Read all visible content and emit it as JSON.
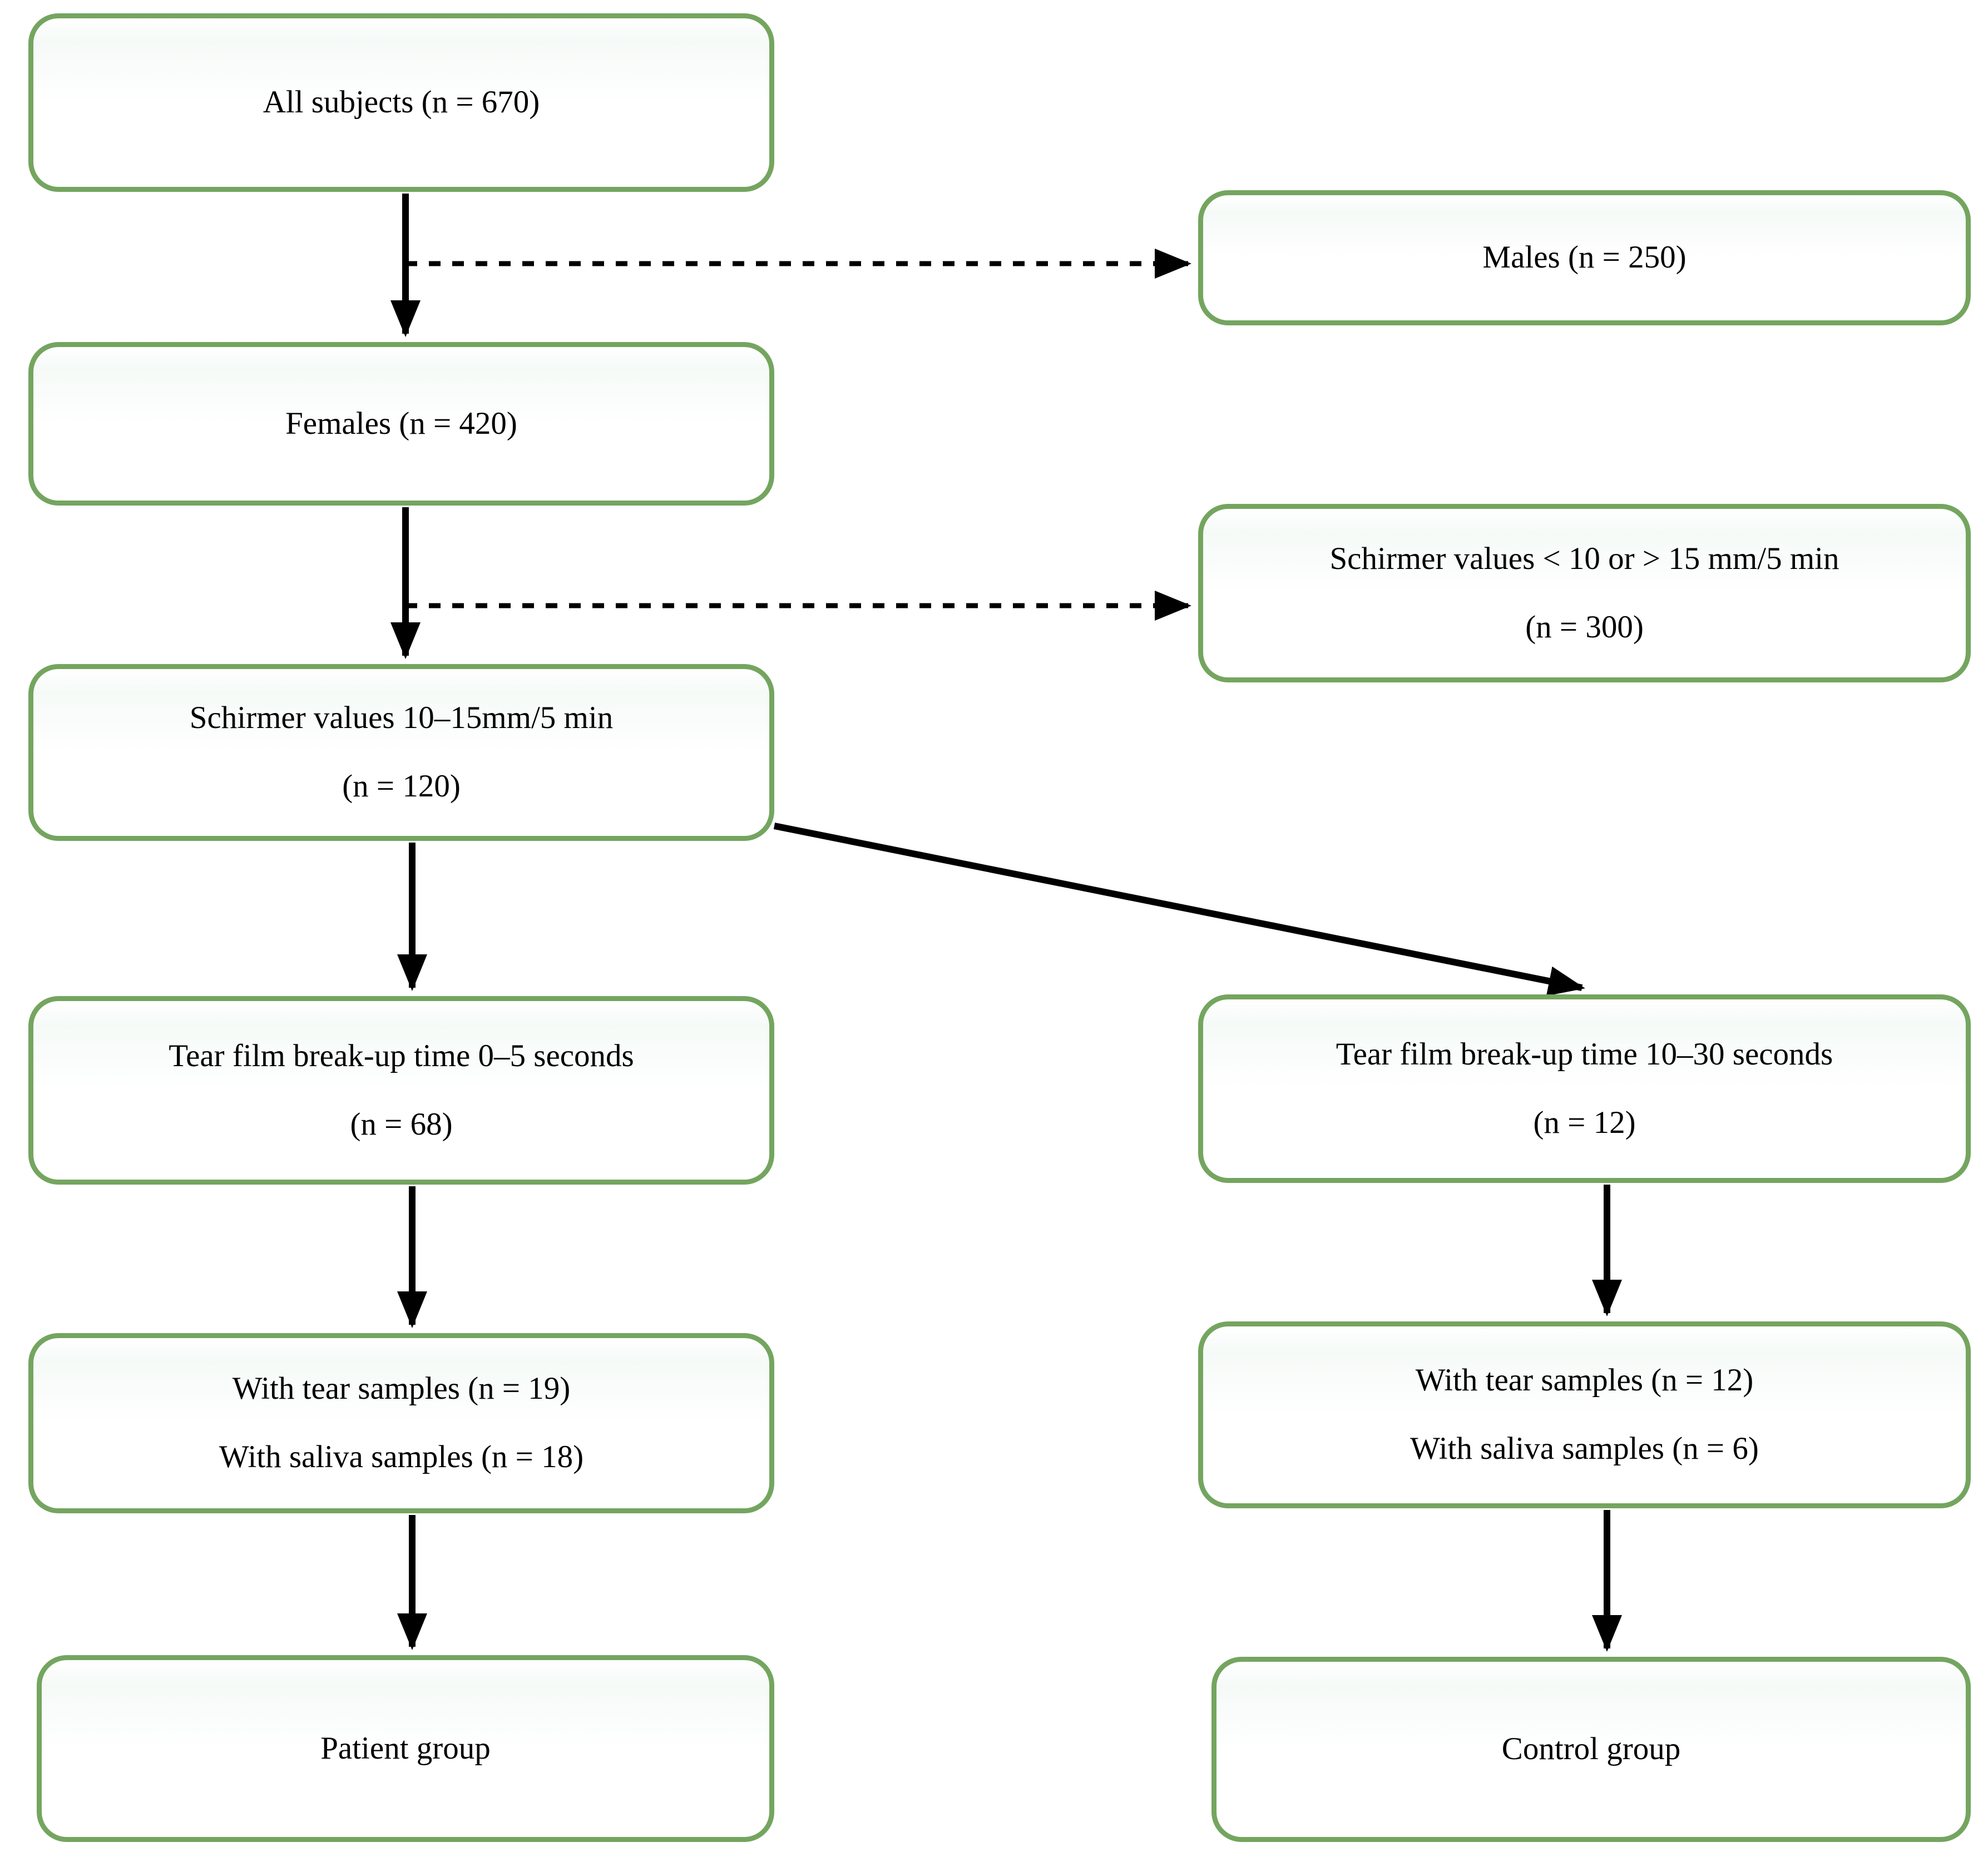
{
  "figure": {
    "kind": "participant-flow-diagram",
    "colors": {
      "box_border": "#74a55f",
      "arrow": "#000000",
      "canvas": "#ffffff",
      "text": "#000000"
    },
    "nodes": {
      "all_subjects": {
        "line1": "All subjects (n = 670)"
      },
      "males": {
        "line1": "Males (n = 250)"
      },
      "females": {
        "line1": "Females (n = 420)"
      },
      "schirmer_excluded": {
        "line1": "Schirmer values < 10 or > 15 mm/5 min",
        "line2": "(n = 300)"
      },
      "schirmer_included": {
        "line1": "Schirmer values 10–15mm/5 min",
        "line2": "(n = 120)"
      },
      "tbut_short": {
        "line1": "Tear film break-up time 0–5 seconds",
        "line2": "(n = 68)"
      },
      "tbut_long": {
        "line1": "Tear film break-up time 10–30 seconds",
        "line2": "(n = 12)"
      },
      "patient_samples": {
        "line1": "With tear samples (n = 19)",
        "line2": "With saliva samples (n = 18)"
      },
      "control_samples": {
        "line1": "With tear samples (n = 12)",
        "line2": "With saliva samples (n = 6)"
      },
      "patient_group": {
        "line1": "Patient group"
      },
      "control_group": {
        "line1": "Control group"
      }
    },
    "edges": [
      {
        "from": "all_subjects",
        "to": "females",
        "style": "solid"
      },
      {
        "from": "all_subjects",
        "to": "males",
        "style": "dashed"
      },
      {
        "from": "females",
        "to": "schirmer_included",
        "style": "solid"
      },
      {
        "from": "females",
        "to": "schirmer_excluded",
        "style": "dashed"
      },
      {
        "from": "schirmer_included",
        "to": "tbut_short",
        "style": "solid"
      },
      {
        "from": "schirmer_included",
        "to": "tbut_long",
        "style": "solid"
      },
      {
        "from": "tbut_short",
        "to": "patient_samples",
        "style": "solid"
      },
      {
        "from": "tbut_long",
        "to": "control_samples",
        "style": "solid"
      },
      {
        "from": "patient_samples",
        "to": "patient_group",
        "style": "solid"
      },
      {
        "from": "control_samples",
        "to": "control_group",
        "style": "solid"
      }
    ]
  }
}
